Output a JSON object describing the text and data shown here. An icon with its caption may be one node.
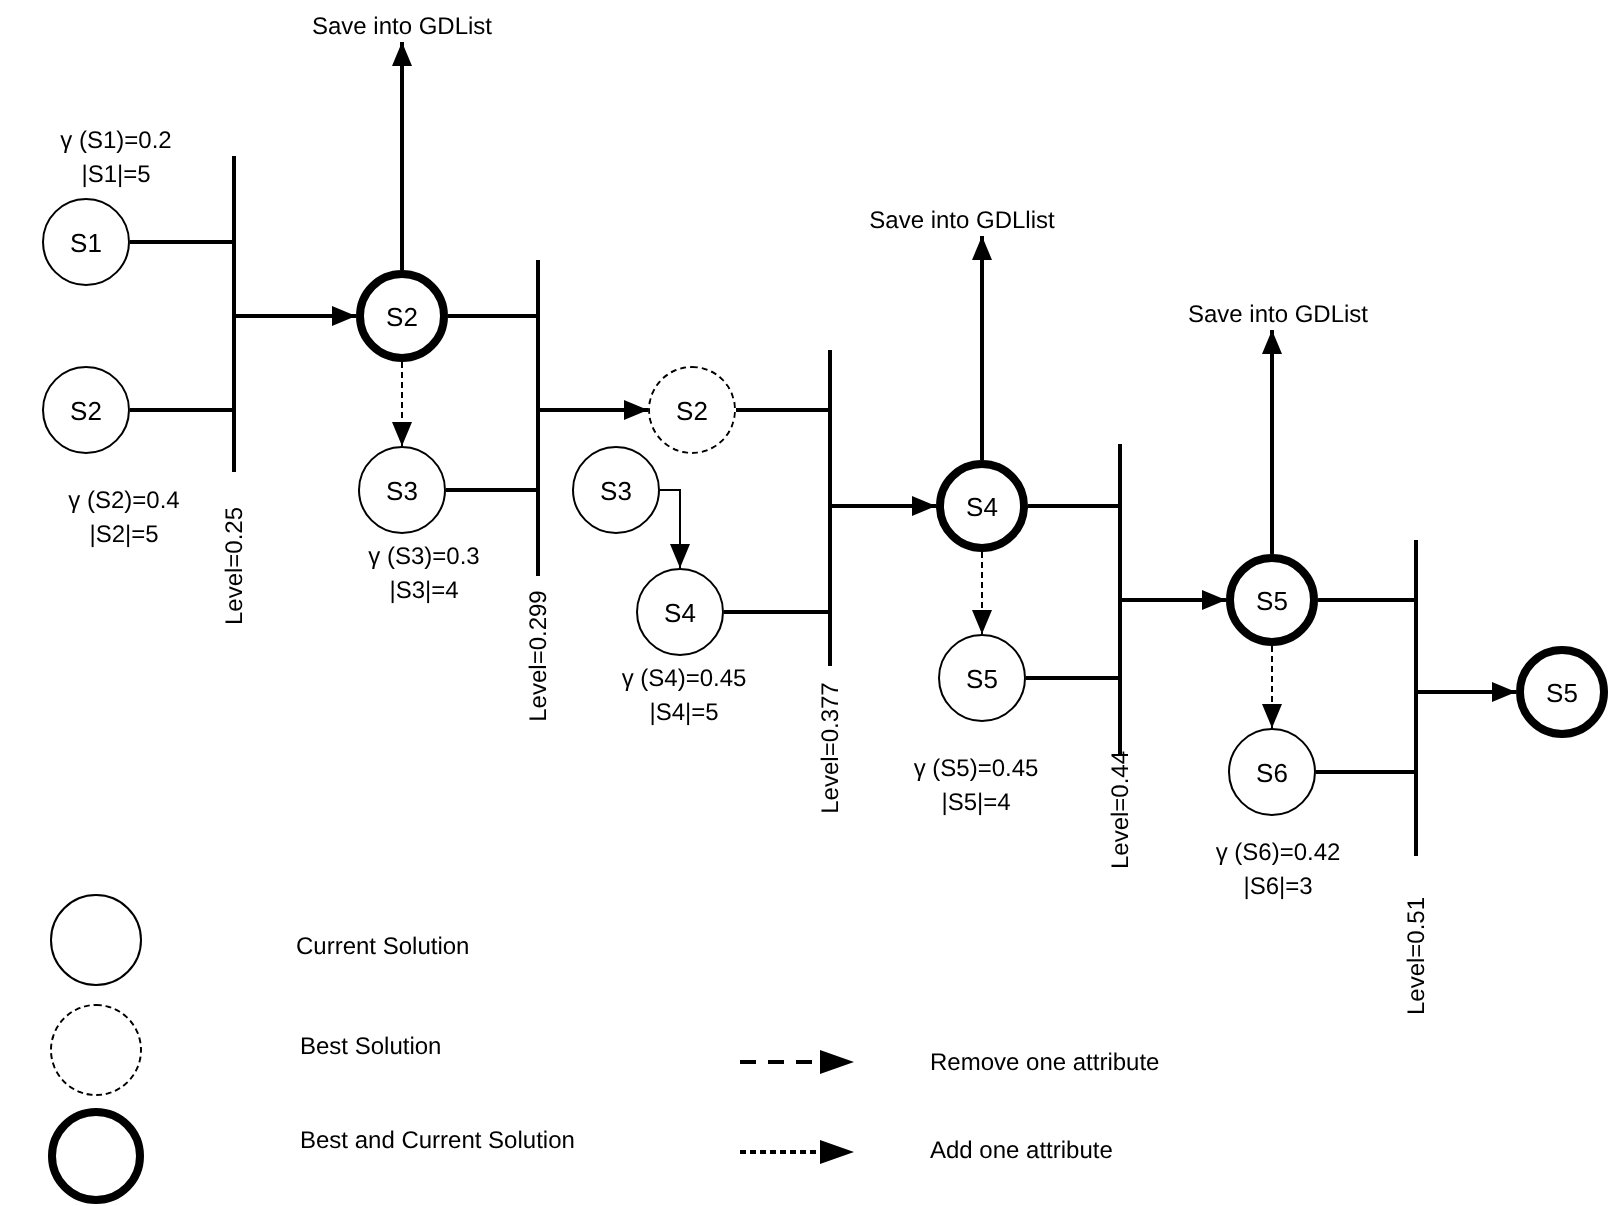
{
  "diagram": {
    "nodes": [
      {
        "text": [
          "S1"
        ],
        "beside": [
          "γ (S1)=0.2",
          "|S1|=5"
        ]
      },
      {
        "text": [
          "S2"
        ],
        "beside": [
          "γ (S2)=0.4",
          "|S2|=5"
        ]
      },
      {
        "text": [],
        "shape": "bar",
        "beside": [
          "Level=0.25"
        ]
      },
      {
        "text": [
          "Save into GDList"
        ]
      },
      {
        "text": [
          "S2"
        ]
      },
      {
        "text": [
          "S3"
        ],
        "beside": [
          "γ (S3)=0.3",
          "|S3|=4"
        ]
      },
      {
        "text": [],
        "shape": "bar",
        "beside": [
          "Level=0.299"
        ]
      },
      {
        "text": [
          "S2"
        ]
      },
      {
        "text": [
          "S3"
        ]
      },
      {
        "text": [
          "S4"
        ],
        "beside": [
          "γ (S4)=0.45",
          "|S4|=5"
        ]
      },
      {
        "text": [],
        "shape": "bar",
        "beside": [
          "Level=0.377"
        ]
      },
      {
        "text": [
          "Save into GDLlist"
        ]
      },
      {
        "text": [
          "S4"
        ]
      },
      {
        "text": [
          "S5"
        ],
        "beside": [
          "γ (S5)=0.45",
          "|S5|=4"
        ]
      },
      {
        "text": [],
        "shape": "bar",
        "beside": [
          "Level=0.44"
        ]
      },
      {
        "text": [
          "Save into GDList"
        ]
      },
      {
        "text": [
          "S5"
        ]
      },
      {
        "text": [
          "S6"
        ],
        "beside": [
          "γ (S6)=0.42",
          "|S6|=3"
        ]
      },
      {
        "text": [],
        "shape": "bar",
        "beside": [
          "Level=0.51"
        ]
      },
      {
        "text": [
          "S5"
        ]
      }
    ],
    "edges": [
      {
        "from": 0,
        "to": 2,
        "arrow": "none"
      },
      {
        "from": 1,
        "to": 2,
        "arrow": "none"
      },
      {
        "from": 2,
        "to": 4,
        "arrow": "to"
      },
      {
        "from": 4,
        "to": 3,
        "arrow": "to"
      },
      {
        "from": 4,
        "to": 5,
        "arrow": "to",
        "style": "dashed"
      },
      {
        "from": 4,
        "to": 6,
        "arrow": "none"
      },
      {
        "from": 5,
        "to": 6,
        "arrow": "none"
      },
      {
        "from": 6,
        "to": 7,
        "arrow": "to"
      },
      {
        "from": 8,
        "to": 9,
        "arrow": "to"
      },
      {
        "from": 7,
        "to": 10,
        "arrow": "none"
      },
      {
        "from": 9,
        "to": 10,
        "arrow": "none"
      },
      {
        "from": 10,
        "to": 12,
        "arrow": "to"
      },
      {
        "from": 12,
        "to": 11,
        "arrow": "to"
      },
      {
        "from": 12,
        "to": 13,
        "arrow": "to",
        "style": "dashed"
      },
      {
        "from": 12,
        "to": 14,
        "arrow": "none"
      },
      {
        "from": 13,
        "to": 14,
        "arrow": "none"
      },
      {
        "from": 14,
        "to": 16,
        "arrow": "to"
      },
      {
        "from": 16,
        "to": 15,
        "arrow": "to"
      },
      {
        "from": 16,
        "to": 17,
        "arrow": "to",
        "style": "dashed"
      },
      {
        "from": 16,
        "to": 18,
        "arrow": "none"
      },
      {
        "from": 17,
        "to": 18,
        "arrow": "none"
      },
      {
        "from": 18,
        "to": 19,
        "arrow": "to"
      }
    ],
    "legend": [
      {
        "text": "Current Solution"
      },
      {
        "text": "Best Solution"
      },
      {
        "text": "Best and Current Solution"
      },
      {
        "text": "Remove one attribute"
      },
      {
        "text": "Add one attribute"
      }
    ]
  }
}
